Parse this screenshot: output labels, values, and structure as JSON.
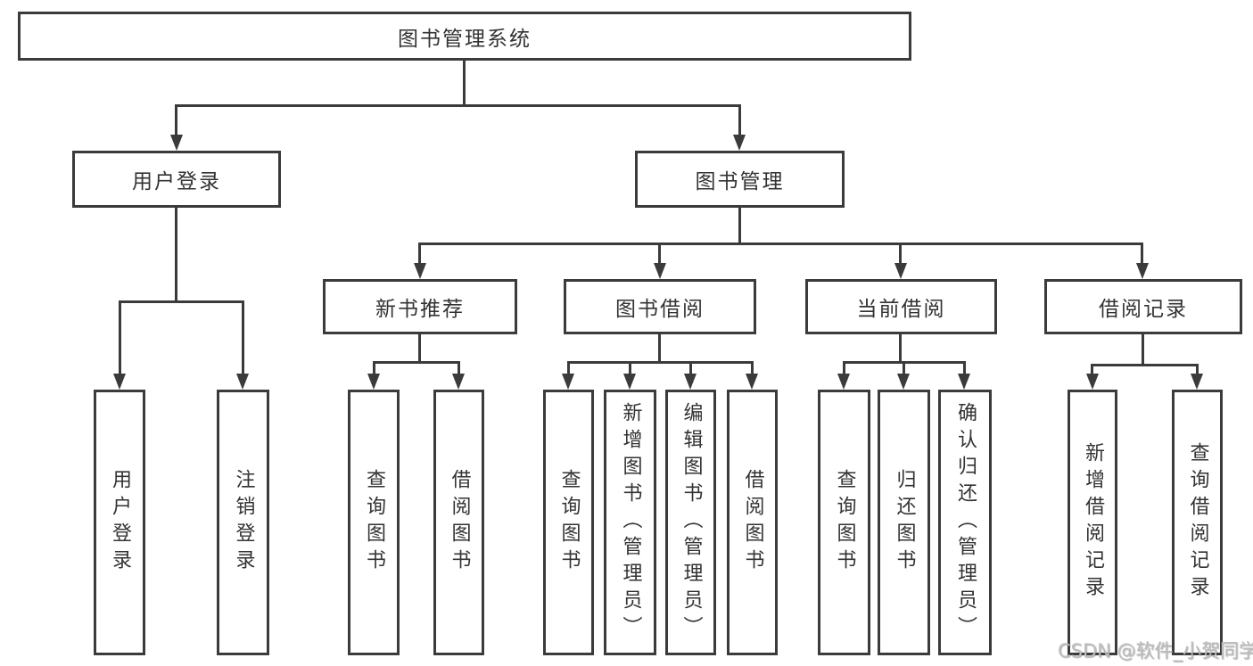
{
  "root": {
    "label": "图书管理系统"
  },
  "groups": [
    {
      "label": "用户登录",
      "children": [
        "用户登录",
        "注销登录"
      ]
    },
    {
      "label": "图书管理",
      "branches": [
        {
          "label": "新书推荐",
          "children": [
            "查询图书",
            "借阅图书"
          ]
        },
        {
          "label": "图书借阅",
          "children": [
            "查询图书",
            "新增图书（管理员）",
            "编辑图书（管理员）",
            "借阅图书"
          ]
        },
        {
          "label": "当前借阅",
          "children": [
            "查询图书",
            "归还图书",
            "确认归还（管理员）"
          ]
        },
        {
          "label": "借阅记录",
          "children": [
            "新增借阅记录",
            "查询借阅记录"
          ]
        }
      ]
    }
  ],
  "watermark": "CSDN @软件_小贺同学",
  "colors": {
    "line": "#3b3b3b",
    "text": "#333333",
    "watermark": "#bdbdbd",
    "background": "#ffffff"
  }
}
